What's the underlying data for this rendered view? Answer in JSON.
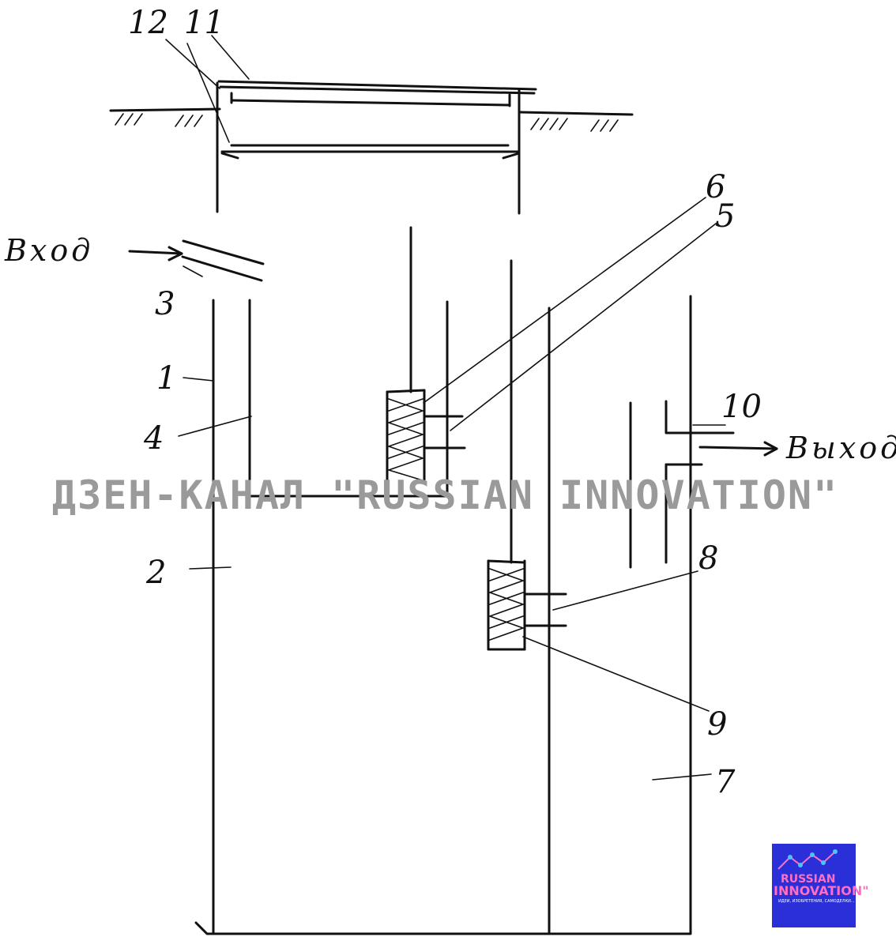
{
  "labels": {
    "n1": "1",
    "n2": "2",
    "n3": "3",
    "n4": "4",
    "n5": "5",
    "n6": "6",
    "n7": "7",
    "n8": "8",
    "n9": "9",
    "n10": "10",
    "n11": "11",
    "n12": "12"
  },
  "inlet_label": "Вход",
  "outlet_label": "Выход",
  "watermark": "ДЗЕН-КАНАЛ \"RUSSIAN INNOVATION\"",
  "logo": {
    "line1": "RUSSIAN",
    "line2": "INNOVATION\"",
    "tagline": "ИДЕИ, ИЗОБРЕТЕНИЯ, САМОДЕЛКИ...",
    "bg_color": "#2b2fd8",
    "accent_color": "#ff6fc1"
  }
}
